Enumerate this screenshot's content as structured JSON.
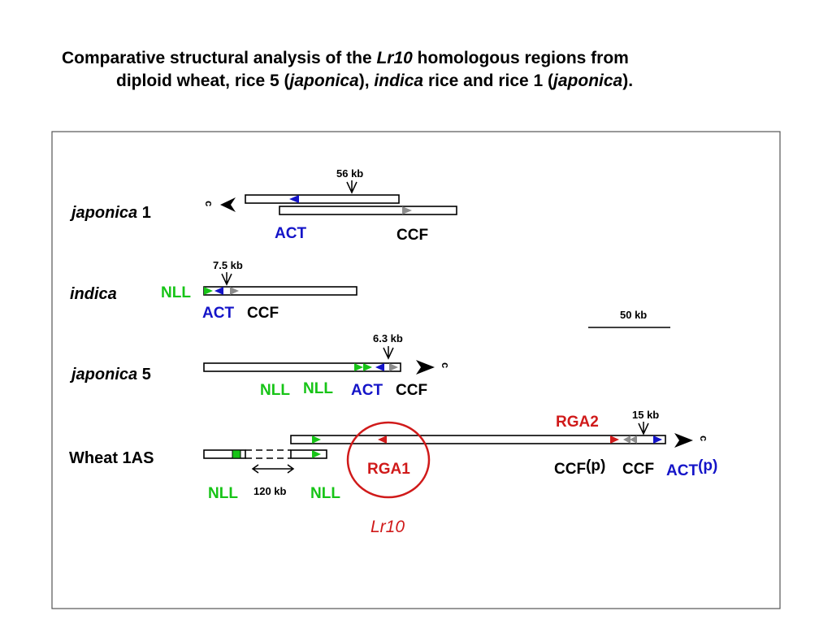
{
  "title": {
    "part1": "Comparative structural analysis of the ",
    "lr10": "Lr10",
    "part2": " homologous regions from",
    "part3": "diploid wheat, rice 5 (",
    "japonica_a": "japonica",
    "part4": "), ",
    "indica": "indica",
    "part5": " rice and rice 1 (",
    "japonica_b": "japonica",
    "part6": ")."
  },
  "rows": {
    "japonica1": {
      "name_italic": "japonica",
      "name_suffix": " 1",
      "kb": "56 kb",
      "orientation": "c",
      "genes": [
        "ACT",
        "CCF"
      ]
    },
    "indica": {
      "name_italic": "indica",
      "kb": "7.5 kb",
      "genes": [
        "NLL",
        "ACT",
        "CCF"
      ]
    },
    "japonica5": {
      "name_italic": "japonica",
      "name_suffix": " 5",
      "kb": "6.3 kb",
      "orientation": "c",
      "genes": [
        "NLL",
        "NLL",
        "ACT",
        "CCF"
      ]
    },
    "wheat": {
      "name": "Wheat 1AS",
      "kb": "15 kb",
      "gap_kb": "120 kb",
      "orientation": "c",
      "genes": {
        "rga1": "RGA1",
        "rga2": "RGA2",
        "nll_a": "NLL",
        "nll_b": "NLL",
        "ccfp": "CCF",
        "ccfp_suffix": "(p)",
        "ccf": "CCF",
        "actp": "ACT",
        "actp_suffix": "(p)"
      },
      "locus": "Lr10"
    }
  },
  "scale_bar": "50 kb",
  "colors": {
    "nll": "#17c417",
    "act": "#1414c8",
    "ccf": "#8c8c8c",
    "rga": "#d01a1a",
    "text": "#000000"
  }
}
